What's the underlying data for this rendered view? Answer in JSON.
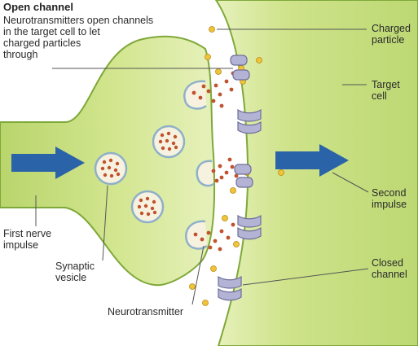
{
  "header": {
    "title": "Open channel",
    "description": "Neurotransmitters open channels\nin the target cell to let\ncharged particles\nthrough"
  },
  "labels": {
    "charged_particle": "Charged\nparticle",
    "target_cell": "Target\ncell",
    "second_impulse": "Second\nimpulse",
    "closed_channel": "Closed\nchannel",
    "first_nerve_impulse": "First nerve\nimpulse",
    "synaptic_vesicle": "Synaptic\nvesicle",
    "neurotransmitter": "Neurotransmitter"
  },
  "colors": {
    "cell_fill": "#cfe38a",
    "cell_stroke": "#7fa83a",
    "arrow": "#2b63a8",
    "neurotransmitter": "#c0522e",
    "charged_particle": "#f0c43a",
    "channel": "#b3b3d6"
  }
}
